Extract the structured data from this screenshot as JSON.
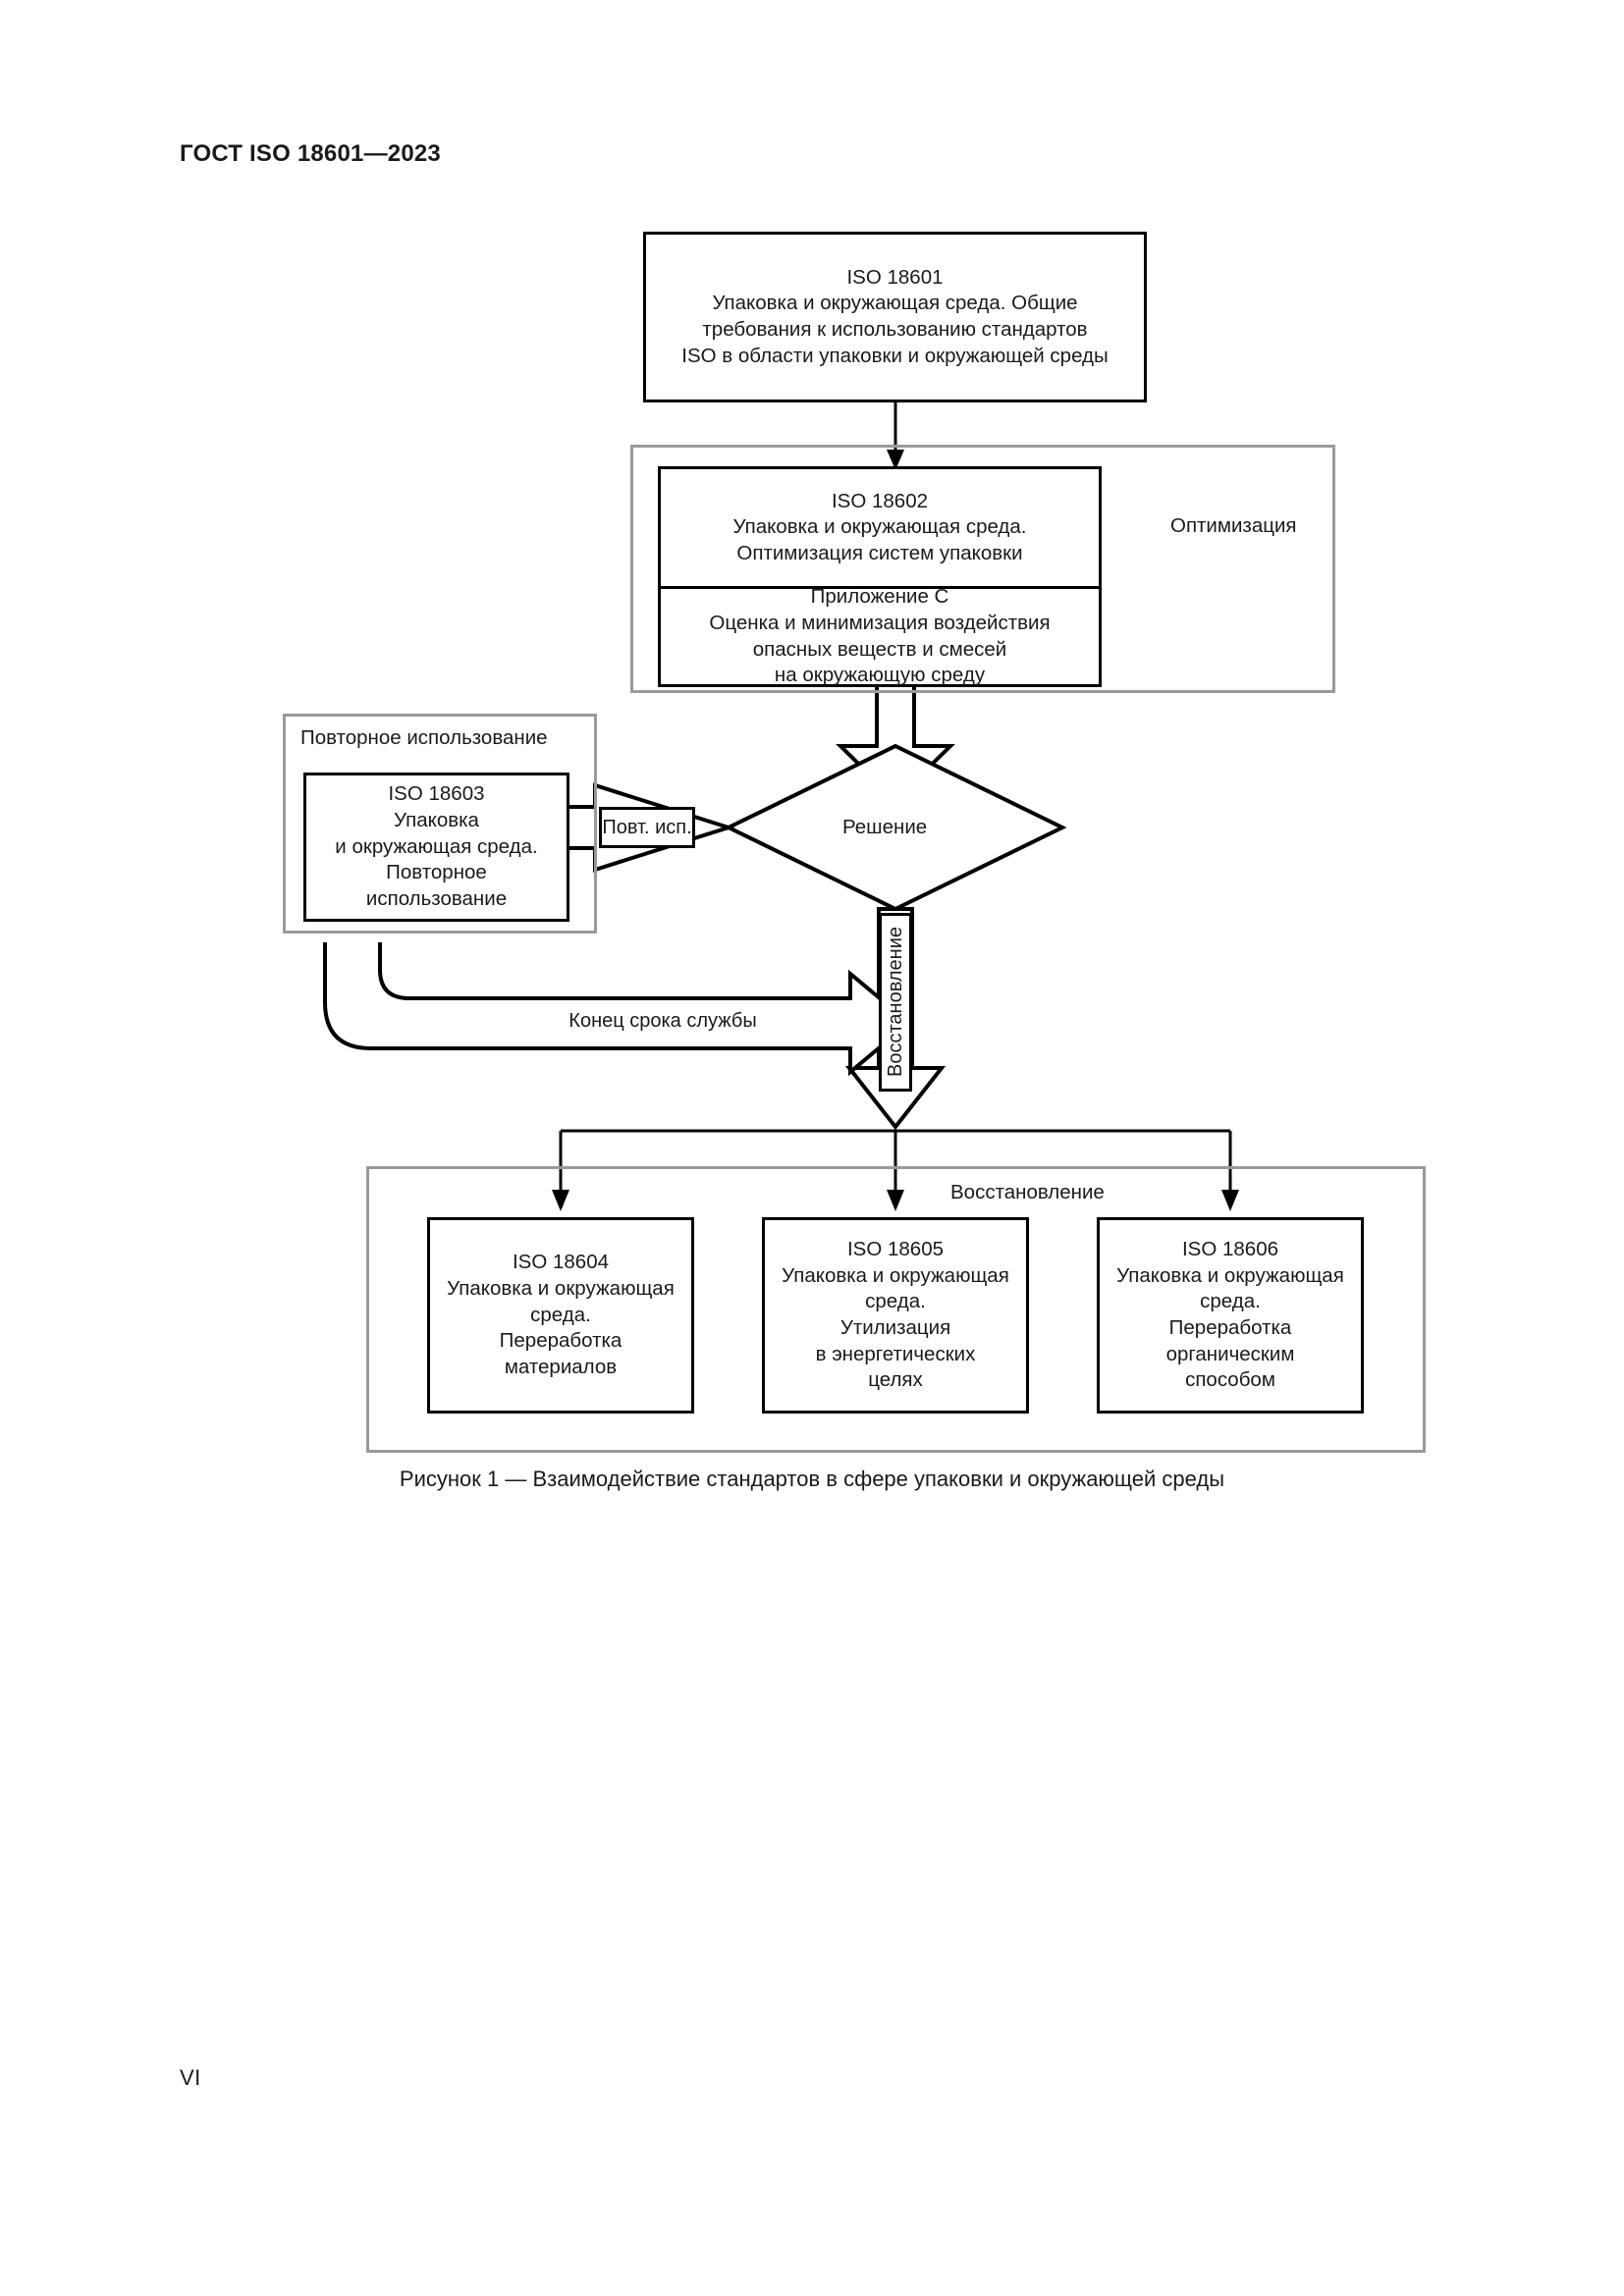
{
  "document": {
    "header": "ГОСТ ISO 18601—2023",
    "page_number": "VI",
    "figure_caption": "Рисунок 1 — Взаимодействие стандартов в сфере упаковки и окружающей среды"
  },
  "colors": {
    "ink": "#1a1a1a",
    "stroke": "#000000",
    "group_stroke": "#9a9a9a",
    "paper": "#ffffff"
  },
  "diagram": {
    "root": {
      "title": "ISO 18601",
      "lines": [
        "Упаковка и окружающая среда. Общие",
        "требования к использованию стандартов",
        "ISO в области упаковки и окружающей среды"
      ]
    },
    "optimization_group": {
      "label": "Оптимизация",
      "standard": {
        "title": "ISO 18602",
        "lines": [
          "Упаковка и окружающая среда.",
          "Оптимизация систем упаковки"
        ]
      },
      "annex": {
        "title": "Приложение С",
        "lines": [
          "Оценка и минимизация воздействия",
          "опасных веществ и смесей",
          "на окружающую среду"
        ]
      }
    },
    "reuse_group": {
      "label": "Повторное использование",
      "standard": {
        "title": "ISO 18603",
        "lines": [
          "Упаковка",
          "и окружающая среда.",
          "Повторное",
          "использование"
        ]
      }
    },
    "decision": {
      "label": "Решение"
    },
    "edges": {
      "reuse": "Повт. исп.",
      "recovery_vertical": "Восстановление",
      "end_of_life": "Конец срока службы"
    },
    "recovery_group": {
      "label": "Восстановление",
      "items": [
        {
          "title": "ISO 18604",
          "lines": [
            "Упаковка и окружающая",
            "среда.",
            "Переработка",
            "материалов"
          ]
        },
        {
          "title": "ISO 18605",
          "lines": [
            "Упаковка и окружающая",
            "среда.",
            "Утилизация",
            "в энергетических",
            "целях"
          ]
        },
        {
          "title": "ISO 18606",
          "lines": [
            "Упаковка и окружающая",
            "среда.",
            "Переработка",
            "органическим",
            "способом"
          ]
        }
      ]
    }
  }
}
